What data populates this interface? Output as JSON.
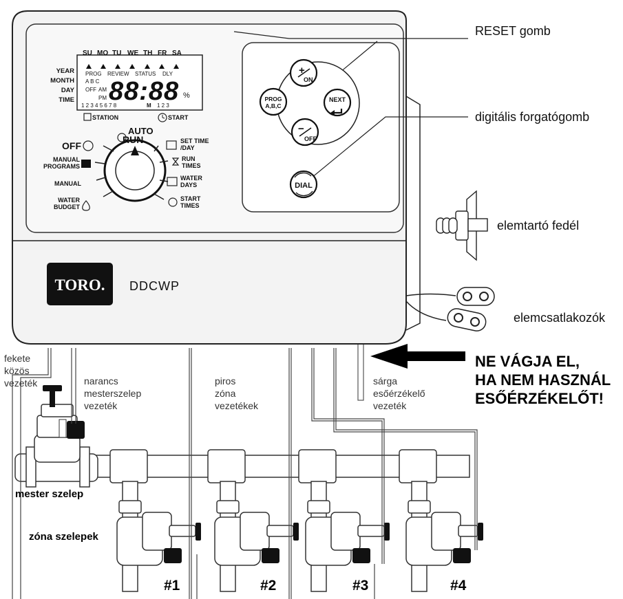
{
  "device": {
    "brand": "TORO.",
    "model": "DDCWP",
    "lcd": {
      "days": [
        "SU",
        "MO",
        "TU",
        "WE",
        "TH",
        "FR",
        "SA"
      ],
      "left_labels": [
        "YEAR",
        "MONTH",
        "DAY",
        "TIME"
      ],
      "indicators": [
        "PROG",
        "REVIEW",
        "STATUS",
        "DLY"
      ],
      "abc": "A B C",
      "off": "OFF",
      "am": "AM",
      "pm": "PM",
      "digits": "88:88",
      "percent": "%",
      "stations": "1 2 3 4 5 6 7 8",
      "m": "M",
      "programs": "1 2 3",
      "station_label": "STATION",
      "start_label": "START"
    },
    "dial": {
      "auto": "AUTO",
      "run": "RUN",
      "off": "OFF",
      "manual_programs_1": "MANUAL",
      "manual_programs_2": "PROGRAMS",
      "manual": "MANUAL",
      "water_budget_1": "WATER",
      "water_budget_2": "BUDGET",
      "set_time_1": "SET TIME",
      "set_time_2": "/DAY",
      "run_times_1": "RUN",
      "run_times_2": "TIMES",
      "water_days_1": "WATER",
      "water_days_2": "DAYS",
      "start_times_1": "START",
      "start_times_2": "TIMES"
    },
    "buttons": {
      "plus_sign": "+",
      "on": "ON",
      "prog_1": "PROG",
      "prog_2": "A,B,C",
      "next": "NEXT",
      "minus_sign": "−",
      "off": "OFF",
      "dial": "DIAL"
    }
  },
  "callouts": {
    "reset": "RESET gomb",
    "dial_knob": "digitális forgatógomb",
    "battery_cover": "elemtartó fedél",
    "battery_clips": "elemcsatlakozók"
  },
  "wires": {
    "black": "fekete\nközös\nvezeték",
    "orange": "narancs\nmesterszelep\nvezeték",
    "red": "piros\nzóna\nvezetékek",
    "yellow": "sárga\nesőérzékelő\nvezeték"
  },
  "warning": "NE VÁGJA EL,\nHA NEM HASZNÁL\nESŐÉRZÉKELŐT!",
  "valves": {
    "master": "mester szelep",
    "zones": "zóna szelepek",
    "numbers": [
      "#1",
      "#2",
      "#3",
      "#4"
    ]
  }
}
